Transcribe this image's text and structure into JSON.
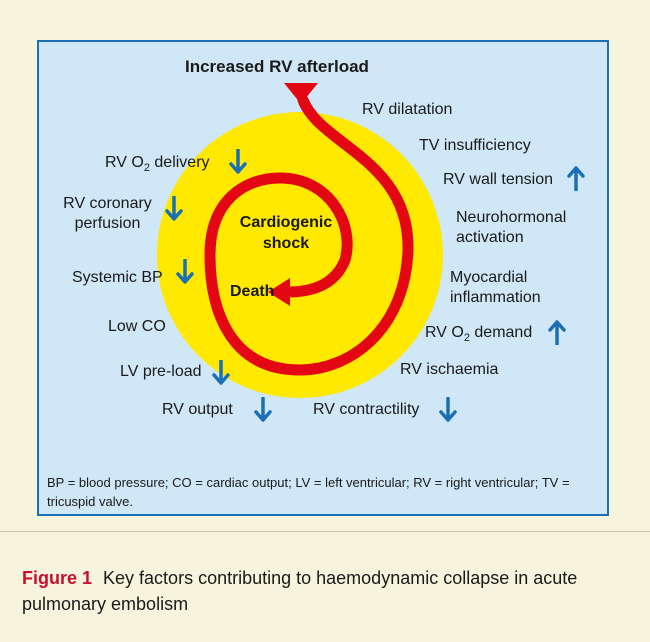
{
  "figure": {
    "top_label": "Increased RV afterload",
    "center_top": "Cardiogenic shock",
    "center_bottom": "Death",
    "left_labels": {
      "rv_o2_delivery_pre": "RV O",
      "rv_o2_delivery_sub": "2",
      "rv_o2_delivery_post": " delivery",
      "rv_coronary_perfusion_line1": "RV coronary",
      "rv_coronary_perfusion_line2": "perfusion",
      "systemic_bp": "Systemic BP",
      "low_co": "Low CO",
      "lv_preload": "LV pre-load",
      "rv_output": "RV output"
    },
    "right_labels": {
      "rv_dilatation": "RV dilatation",
      "tv_insufficiency": "TV insufficiency",
      "rv_wall_tension": "RV wall tension",
      "neurohormonal_line1": "Neurohormonal",
      "neurohormonal_line2": "activation",
      "myocardial_line1": "Myocardial",
      "myocardial_line2": "inflammation",
      "rv_o2_demand_pre": "RV O",
      "rv_o2_demand_sub": "2",
      "rv_o2_demand_post": " demand",
      "rv_ischaemia": "RV ischaemia",
      "rv_contractility": "RV contractility"
    },
    "footnote": "BP = blood pressure; CO = cardiac output; LV = left ventricular; RV = right ventricular;  TV = tricuspid valve.",
    "colors": {
      "panel_bg": "#cfe7f6",
      "panel_border": "#1b6fb4",
      "circle_fill": "#ffe900",
      "spiral": "#e30613",
      "arrow_blue": "#1b6fb4",
      "caption_red": "#c8102e"
    },
    "arrows": {
      "rv_o2_delivery": "down",
      "rv_coronary_perfusion": "down",
      "systemic_bp": "down",
      "lv_preload": "down",
      "rv_output": "down",
      "rv_contractility": "down",
      "rv_wall_tension": "up",
      "rv_o2_demand": "up"
    }
  },
  "caption": {
    "label": "Figure 1",
    "text": "Key factors contributing to haemodynamic collapse in acute pulmonary embolism"
  }
}
